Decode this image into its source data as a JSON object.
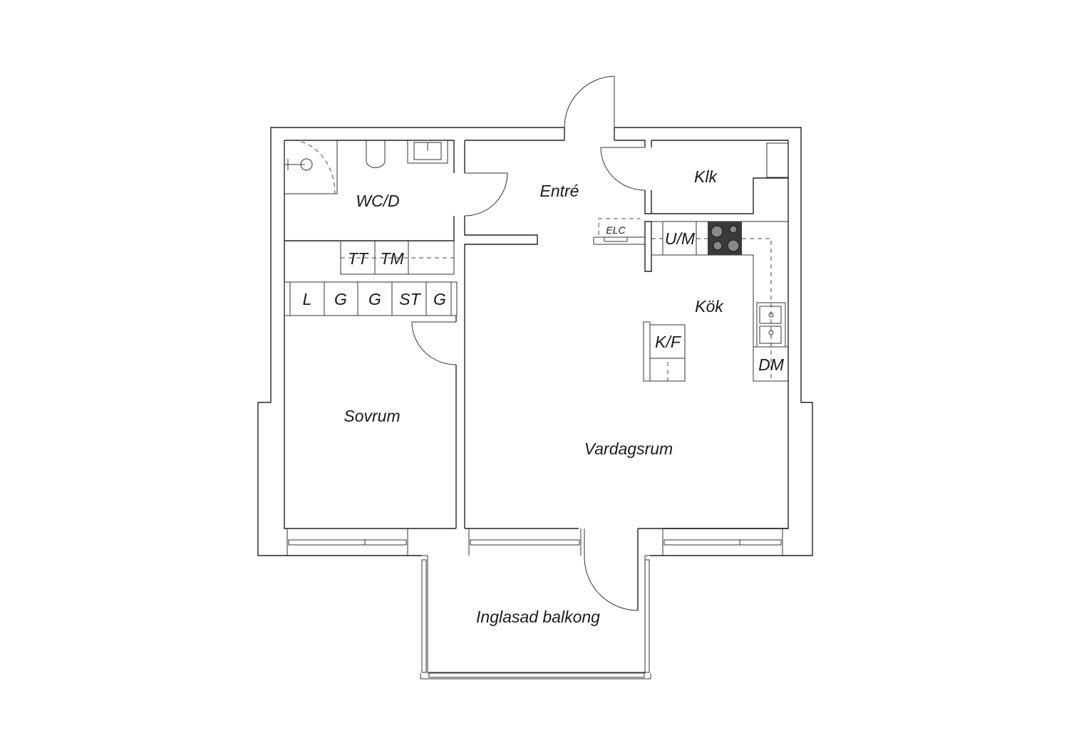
{
  "rooms": {
    "wc": "WC/D",
    "entre": "Entré",
    "klk": "Klk",
    "kok": "Kök",
    "sovrum": "Sovrum",
    "vardagsrum": "Vardagsrum",
    "balkong": "Inglasad balkong"
  },
  "fixtures": {
    "tt": "TT",
    "tm": "TM",
    "elc": "ELC",
    "um": "U/M",
    "kf": "K/F",
    "dm": "DM",
    "wardrobes": [
      "L",
      "G",
      "G",
      "ST",
      "G"
    ]
  },
  "colors": {
    "line": "#222222",
    "stove": "#3a3a3a"
  }
}
